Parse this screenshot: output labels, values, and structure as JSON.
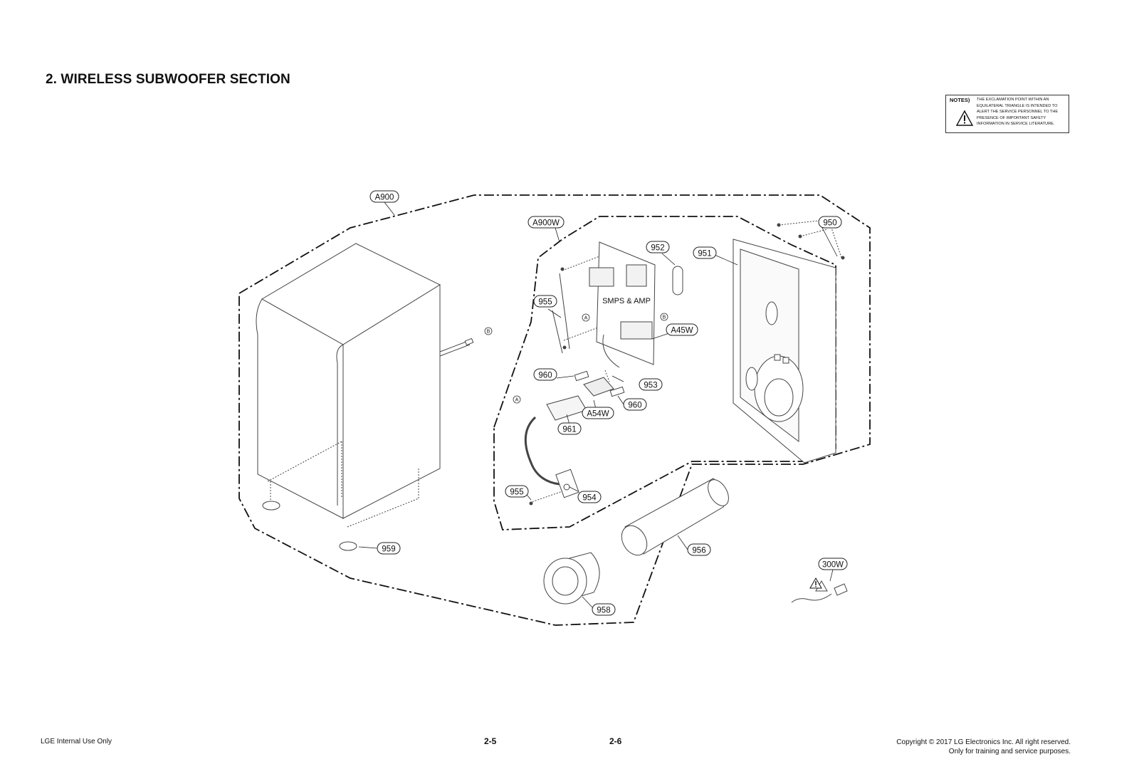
{
  "title": "2. WIRELESS SUBWOOFER SECTION",
  "notes": {
    "label": "NOTES)",
    "text": "THE EXCLAMATION POINT WITHIN AN EQUILATERAL TRIANGLE IS INTENDED TO ALERT THE SERVICE PERSONNEL TO THE PRESENCE OF IMPORTANT SAFETY INFORMATION IN SERVICE LITERATURE.",
    "icon": "warning-triangle-icon"
  },
  "diagram": {
    "board_label": "SMPS & AMP",
    "connector_a": "A",
    "connector_b": "B",
    "callouts": {
      "a900": "A900",
      "a900w": "A900W",
      "c950": "950",
      "c951": "951",
      "c952": "952",
      "c955_top": "955",
      "a45w": "A45W",
      "c960_left": "960",
      "c953": "953",
      "c960_right": "960",
      "a54w": "A54W",
      "c961": "961",
      "c955_bottom": "955",
      "c954": "954",
      "c959": "959",
      "c956": "956",
      "c958": "958",
      "c300w": "300W"
    }
  },
  "footer": {
    "left": "LGE Internal Use Only",
    "page_left": "2-5",
    "page_right": "2-6",
    "copyright_line1": "Copyright © 2017 LG Electronics Inc. All right reserved.",
    "copyright_line2": "Only for training and service purposes."
  }
}
